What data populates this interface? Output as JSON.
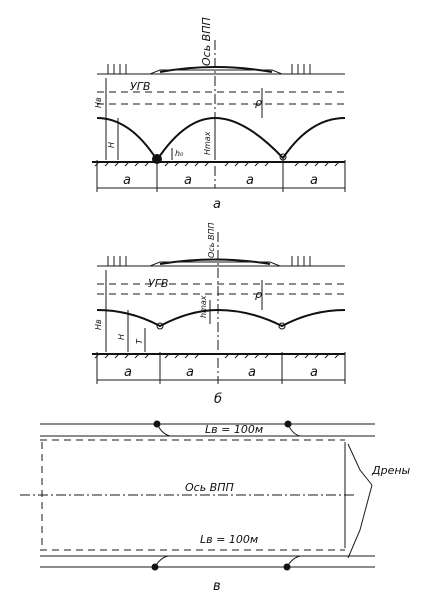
{
  "diagram_a": {
    "axis": "Ось ВПП",
    "water_table": "УГВ",
    "h_b": "Hв",
    "rho": "ρ",
    "h": "H",
    "h_max": "Hmax",
    "h0": "h₀",
    "spacing": [
      "a",
      "a",
      "a",
      "a"
    ],
    "caption": "а"
  },
  "diagram_b": {
    "axis": "Ось ВПП",
    "water_table": "УГВ",
    "h_b": "Hв",
    "rho": "ρ",
    "h": "H",
    "h_max": "hmax",
    "t": "T",
    "spacing": [
      "a",
      "a",
      "a",
      "a"
    ],
    "caption": "б"
  },
  "diagram_c": {
    "axis": "Ось ВПП",
    "length_top": "Lв = 100м",
    "length_bottom": "Lв = 100м",
    "drains": "Дрены",
    "caption": "в"
  }
}
